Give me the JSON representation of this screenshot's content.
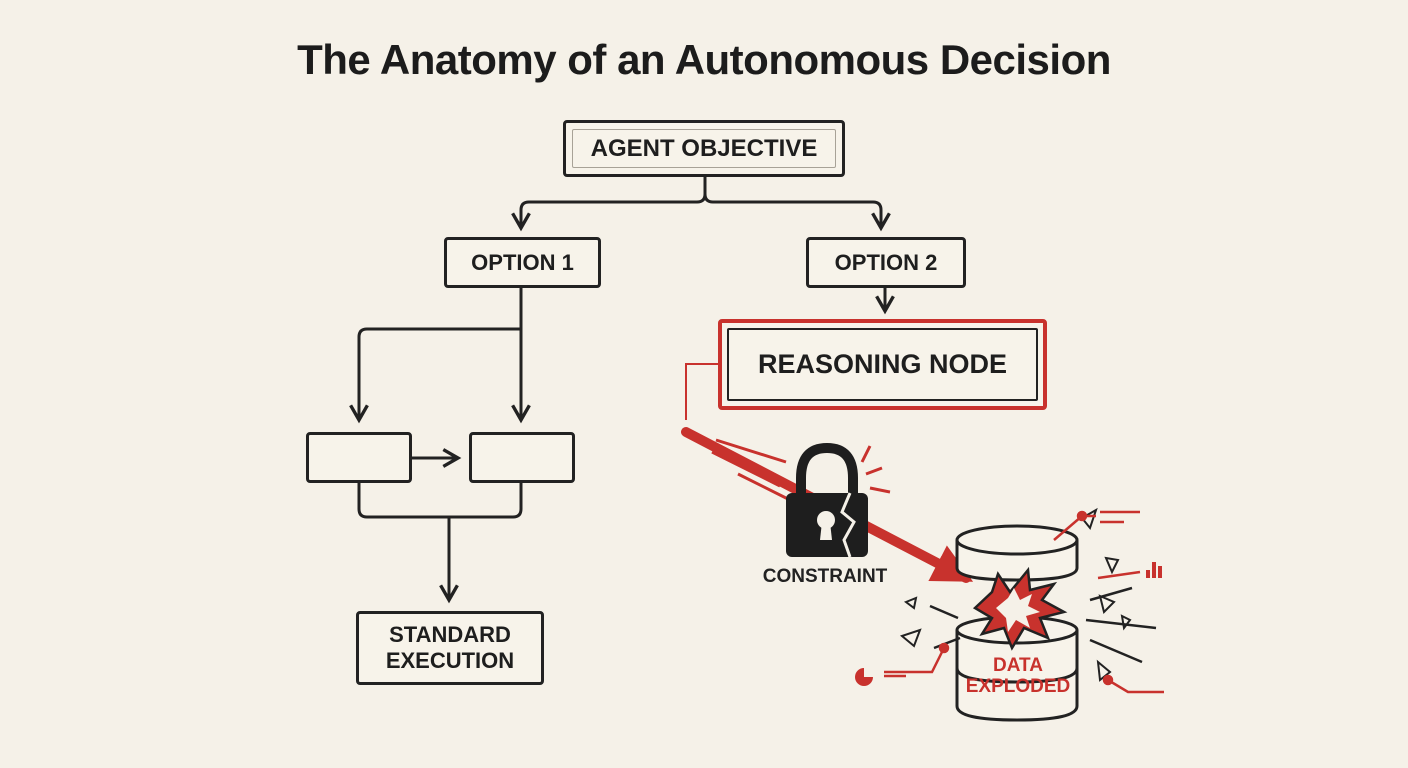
{
  "title": "The Anatomy of an Autonomous Decision",
  "nodes": {
    "objective": "AGENT OBJECTIVE",
    "option1": "OPTION 1",
    "option2": "OPTION 2",
    "reasoning": "REASONING NODE",
    "standard_line1": "STANDARD",
    "standard_line2": "EXECUTION",
    "constraint": "CONSTRAINT",
    "data_line1": "DATA",
    "data_line2": "EXPLODED"
  },
  "icons": {
    "constraint": "broken-padlock-icon",
    "data": "exploding-database-icon"
  },
  "colors": {
    "background": "#f5f1e8",
    "ink": "#222222",
    "accent": "#c8322d"
  }
}
